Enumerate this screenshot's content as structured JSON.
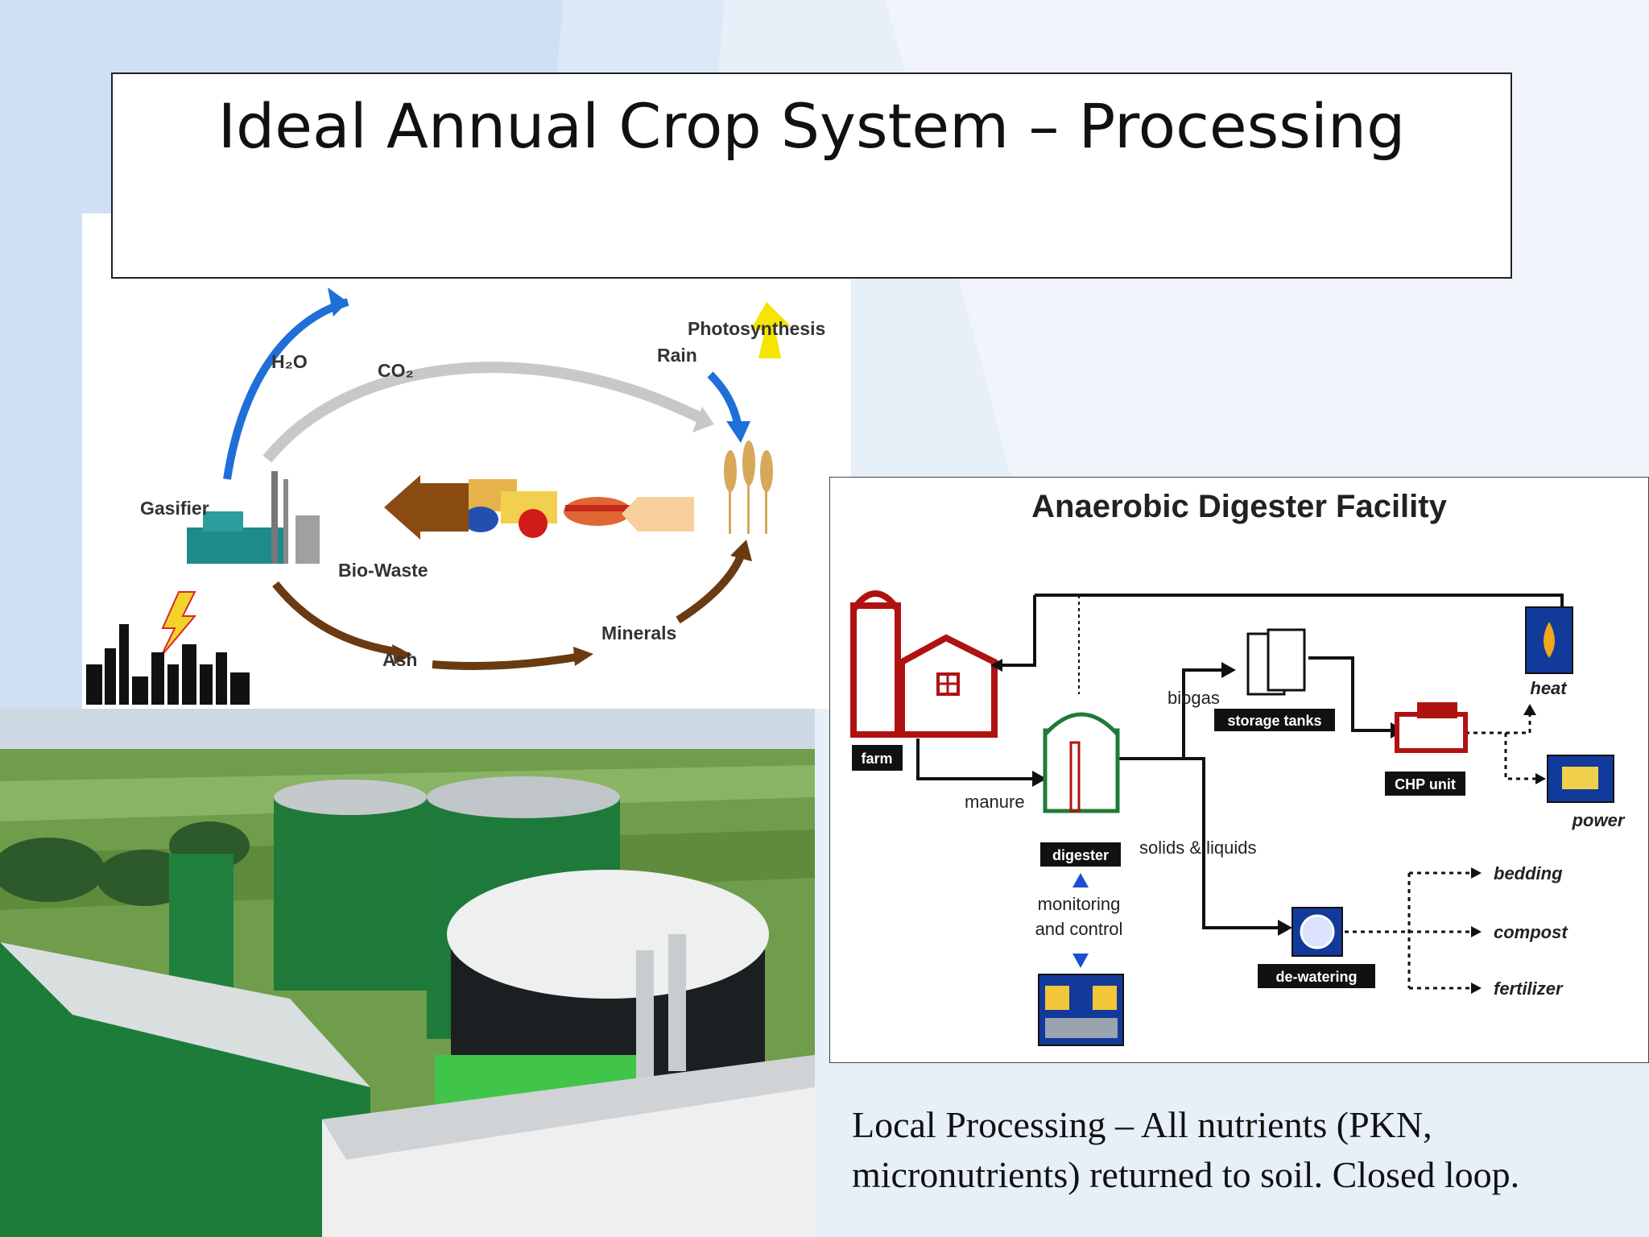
{
  "slide": {
    "title": "Ideal Annual Crop System – Processing",
    "caption_line1": "Local Processing – All nutrients (PKN,",
    "caption_line2": "micronutrients) returned to soil.  Closed loop."
  },
  "cycle": {
    "labels": {
      "photosynthesis": "Photosynthesis",
      "rain": "Rain",
      "h2o": "H₂O",
      "co2": "CO₂",
      "gasifier": "Gasifier",
      "biowaste": "Bio-Waste",
      "ash": "Ash",
      "minerals": "Minerals"
    }
  },
  "digester": {
    "title": "Anaerobic Digester Facility",
    "labels": {
      "farm": "farm",
      "manure": "manure",
      "biogas": "biogas",
      "storage": "storage tanks",
      "chp": "CHP unit",
      "heat": "heat",
      "power": "power",
      "digester": "digester",
      "solids": "solids & liquids",
      "monitoring1": "monitoring",
      "monitoring2": "and control",
      "dewatering": "de-watering",
      "bedding": "bedding",
      "compost": "compost",
      "fertilizer": "fertilizer"
    }
  },
  "colors": {
    "slide_bg": "#e6eef8",
    "cycle_blue": "#1f6fd8",
    "cycle_brown": "#6a3a12",
    "silo_green": "#1f7a3a",
    "farm_red": "#b01212"
  }
}
